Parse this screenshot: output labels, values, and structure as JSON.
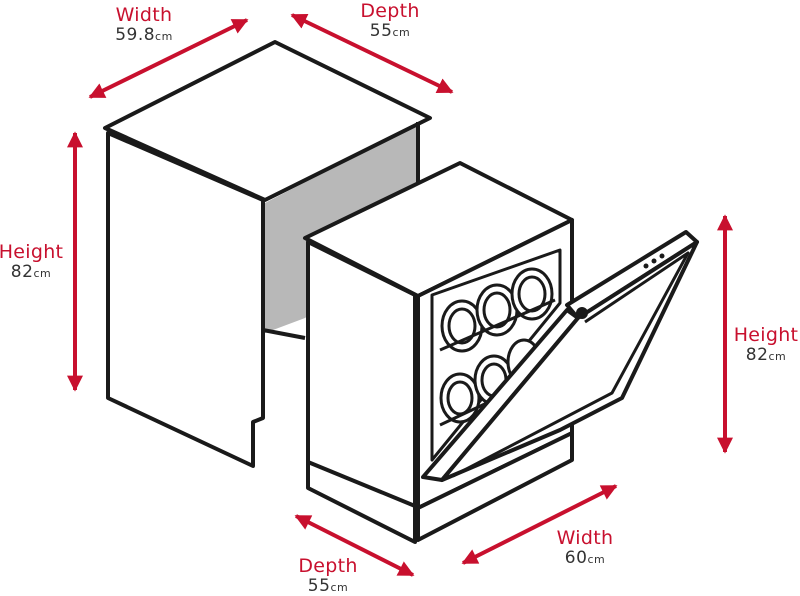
{
  "colors": {
    "accent": "#c8102e",
    "outline": "#1a1a1a",
    "recess": "#b8b8b8",
    "value_text": "#333333"
  },
  "dimensions": {
    "cavity": {
      "width": {
        "label": "Width",
        "value": "59.8",
        "unit": "cm"
      },
      "depth": {
        "label": "Depth",
        "value": "55",
        "unit": "cm"
      },
      "height": {
        "label": "Height",
        "value": "82",
        "unit": "cm"
      }
    },
    "appliance": {
      "width": {
        "label": "Width",
        "value": "60",
        "unit": "cm"
      },
      "depth": {
        "label": "Depth",
        "value": "55",
        "unit": "cm"
      },
      "height": {
        "label": "Height",
        "value": "82",
        "unit": "cm"
      }
    }
  }
}
